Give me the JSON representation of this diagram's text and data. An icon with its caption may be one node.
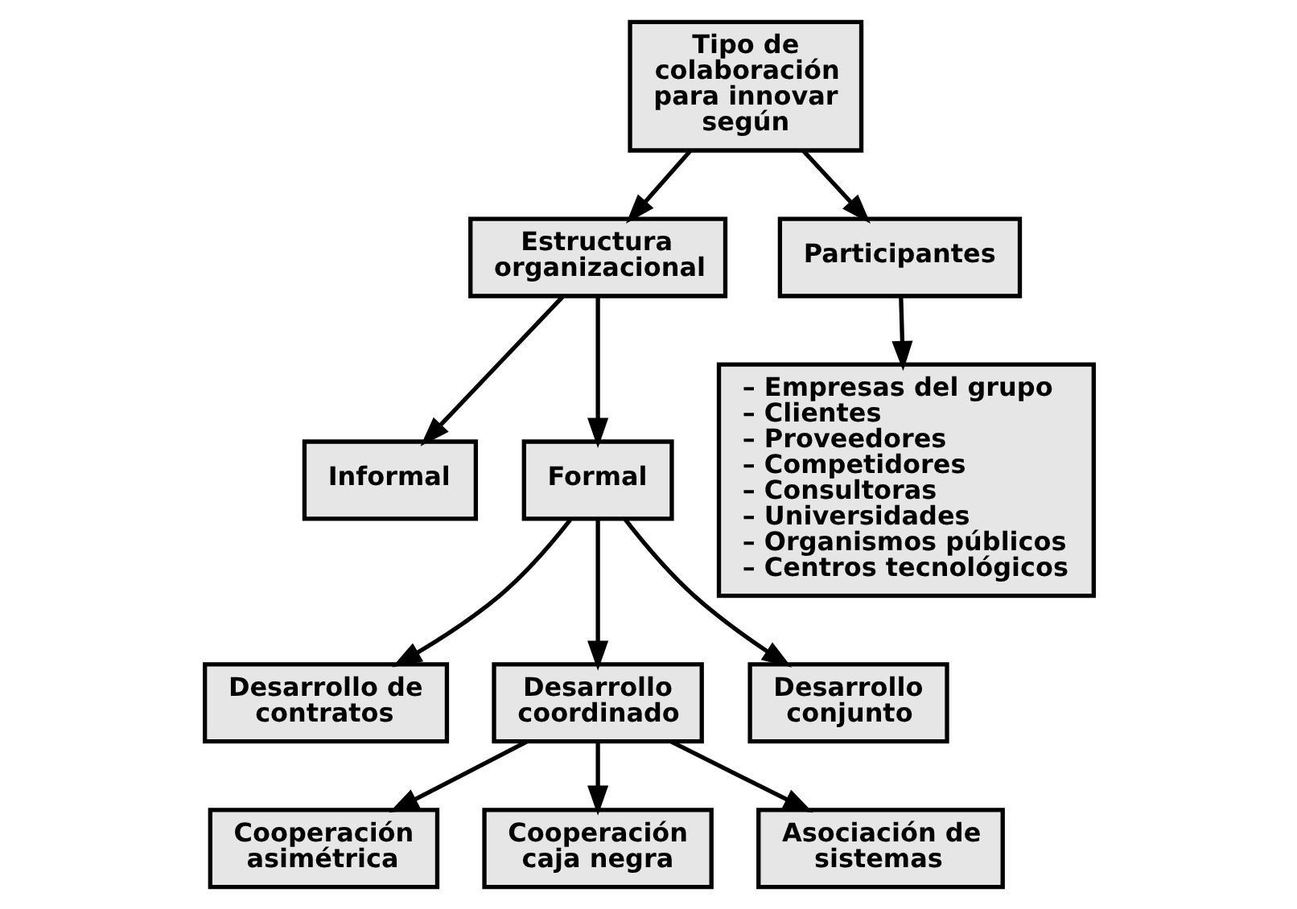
{
  "diagram": {
    "nodes": [
      {
        "text": [
          "Tipo de colaboración para innovar según"
        ]
      },
      {
        "text": [
          "Estructura organizacional"
        ]
      },
      {
        "text": [
          "Participantes"
        ]
      },
      {
        "text": [
          "Informal"
        ]
      },
      {
        "text": [
          "Formal"
        ]
      },
      {
        "text": [
          "Desarrollo de contratos"
        ]
      },
      {
        "text": [
          "Desarrollo coordinado"
        ]
      },
      {
        "text": [
          "Desarrollo conjunto"
        ]
      },
      {
        "text": [
          "Cooperación asimétrica"
        ]
      },
      {
        "text": [
          "Cooperación caja negra"
        ]
      },
      {
        "text": [
          "Asociación de sistemas"
        ]
      },
      {
        "text": [
          "– Empresas del grupo",
          "– Clientes",
          "– Proveedores",
          "– Competidores",
          "– Consultoras",
          "– Universidades",
          "– Organismos públicos",
          "– Centros tecnológicos"
        ]
      }
    ],
    "edges": [
      {
        "from": 0,
        "to": 1,
        "arrow": "to"
      },
      {
        "from": 0,
        "to": 2,
        "arrow": "to"
      },
      {
        "from": 1,
        "to": 3,
        "arrow": "to"
      },
      {
        "from": 1,
        "to": 4,
        "arrow": "to"
      },
      {
        "from": 4,
        "to": 5,
        "arrow": "to"
      },
      {
        "from": 4,
        "to": 6,
        "arrow": "to"
      },
      {
        "from": 4,
        "to": 7,
        "arrow": "to"
      },
      {
        "from": 6,
        "to": 8,
        "arrow": "to"
      },
      {
        "from": 6,
        "to": 9,
        "arrow": "to"
      },
      {
        "from": 6,
        "to": 10,
        "arrow": "to"
      },
      {
        "from": 2,
        "to": 11,
        "arrow": "to"
      }
    ]
  }
}
